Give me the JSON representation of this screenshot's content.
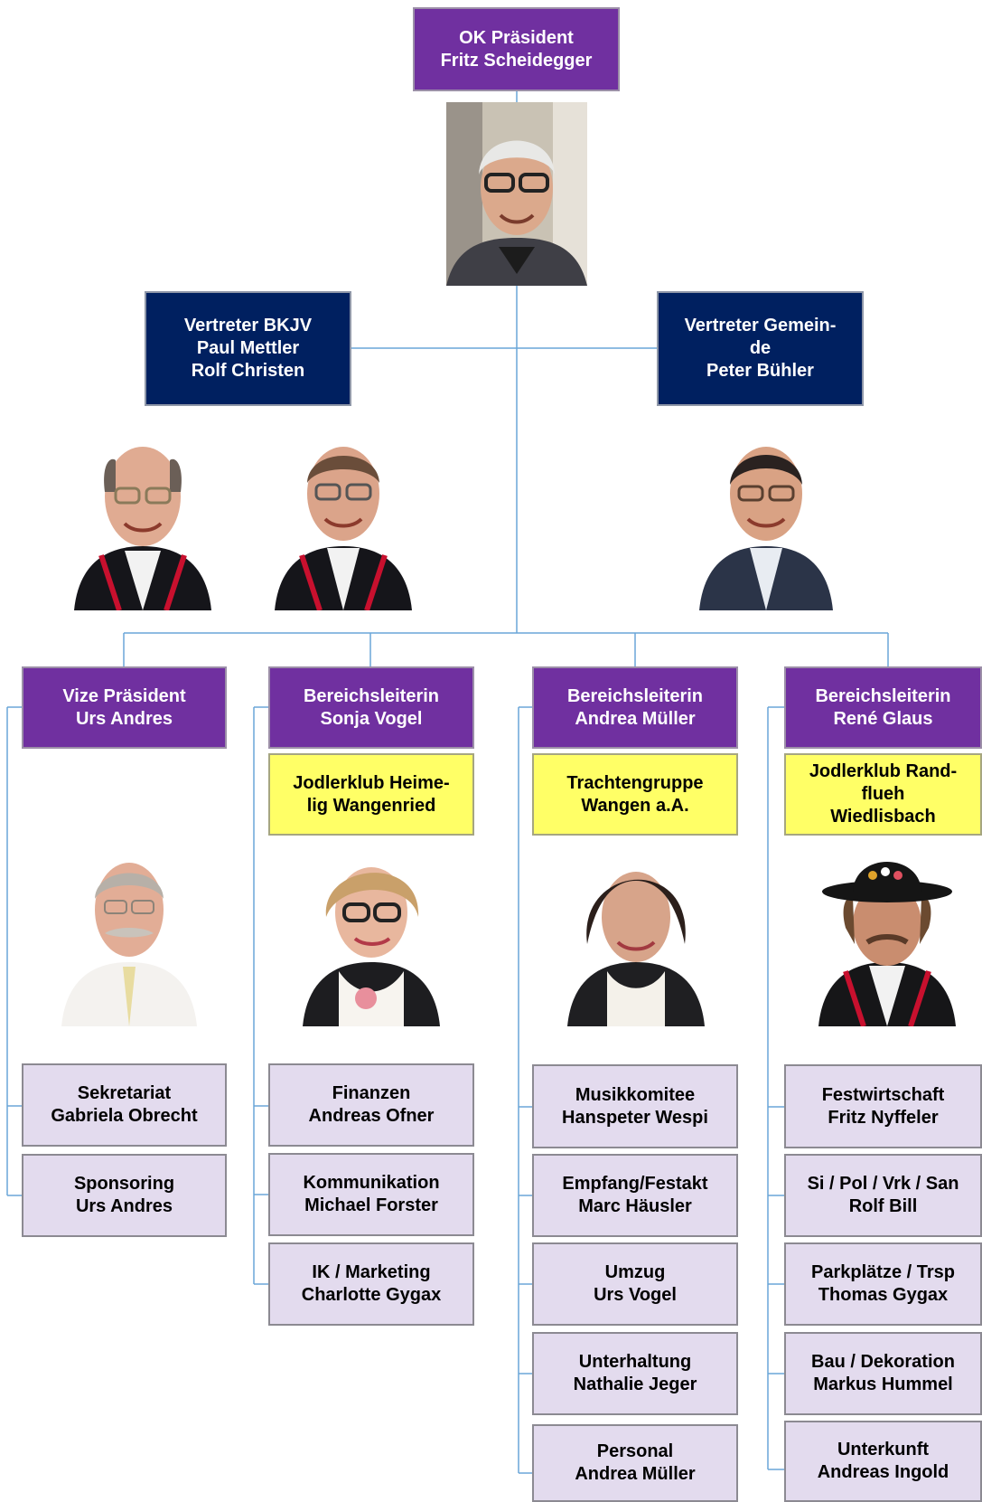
{
  "president": {
    "role": "OK Präsident",
    "name": "Fritz Scheidegger"
  },
  "representatives": [
    {
      "lines": [
        "Vertreter BKJV",
        "Paul Mettler",
        "Rolf Christen"
      ]
    },
    {
      "lines": [
        "Vertreter Gemein-",
        "de",
        "Peter Bühler"
      ]
    }
  ],
  "columns": [
    {
      "head": {
        "role": "Vize Präsident",
        "name": "Urs Andres"
      },
      "club": null,
      "units": [
        {
          "title": "Sekretariat",
          "name": "Gabriela Obrecht"
        },
        {
          "title": "Sponsoring",
          "name": "Urs Andres"
        }
      ]
    },
    {
      "head": {
        "role": "Bereichsleiterin",
        "name": "Sonja Vogel"
      },
      "club": [
        "Jodlerklub Heime-",
        "lig Wangenried"
      ],
      "units": [
        {
          "title": "Finanzen",
          "name": "Andreas Ofner"
        },
        {
          "title": "Kommunikation",
          "name": "Michael Forster"
        },
        {
          "title": "IK / Marketing",
          "name": "Charlotte Gygax"
        }
      ]
    },
    {
      "head": {
        "role": "Bereichsleiterin",
        "name": "Andrea Müller"
      },
      "club": [
        "Trachtengruppe",
        "Wangen a.A."
      ],
      "units": [
        {
          "title": "Musikkomitee",
          "name": "Hanspeter Wespi"
        },
        {
          "title": "Empfang/Festakt",
          "name": "Marc Häusler"
        },
        {
          "title": "Umzug",
          "name": "Urs Vogel"
        },
        {
          "title": "Unterhaltung",
          "name": "Nathalie Jeger"
        },
        {
          "title": "Personal",
          "name": "Andrea Müller"
        }
      ]
    },
    {
      "head": {
        "role": "Bereichsleiterin",
        "name": "René Glaus"
      },
      "club": [
        "Jodlerklub Rand-",
        "flueh",
        "Wiedlisbach"
      ],
      "units": [
        {
          "title": "Festwirtschaft",
          "name": "Fritz Nyffeler"
        },
        {
          "title": "Si / Pol / Vrk / San",
          "name": "Rolf Bill"
        },
        {
          "title": "Parkplätze / Trsp",
          "name": "Thomas Gygax"
        },
        {
          "title": "Bau / Dekoration",
          "name": "Markus Hummel"
        },
        {
          "title": "Unterkunft",
          "name": "Andreas Ingold"
        }
      ]
    }
  ],
  "colors": {
    "purple": "#7030a0",
    "navy": "#002060",
    "yellow": "#ffff66",
    "lilac": "#e3dbee",
    "connector": "#6aa6d8"
  },
  "photos": [
    "photo-fritz-scheidegger",
    "photo-paul-mettler",
    "photo-rolf-christen",
    "photo-peter-buehler",
    "photo-urs-andres",
    "photo-sonja-vogel",
    "photo-andrea-mueller",
    "photo-rene-glaus"
  ]
}
